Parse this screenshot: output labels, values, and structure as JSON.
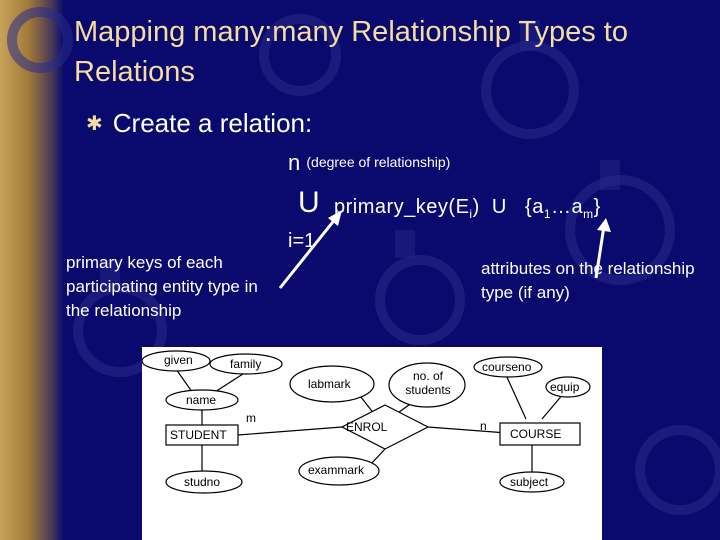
{
  "title": "Mapping many:many Relationship Types to Relations",
  "bullet": {
    "text": "Create a relation:"
  },
  "formula": {
    "n": "n",
    "degree_note": "(degree of relationship)",
    "union_symbol": "U",
    "primary_key": "primary_key(E",
    "primary_key_sub": "i",
    "primary_key_close": ")",
    "union_sep": "U",
    "attr_open": "{a",
    "attr_sub1": "1",
    "attr_mid": "…a",
    "attr_subm": "m",
    "attr_close": "}",
    "i_eq": "i=1"
  },
  "notes": {
    "left": "primary keys of each participating entity type in the relationship",
    "right": "attributes on the relationship type (if any)"
  },
  "er": {
    "entities": {
      "student": "STUDENT",
      "course": "COURSE"
    },
    "relationship": "ENROL",
    "attributes": {
      "given": "given",
      "family": "family",
      "name": "name",
      "studno": "studno",
      "labmark": "labmark",
      "exammark": "exammark",
      "no_students": "no. of students",
      "courseno": "courseno",
      "equip": "equip",
      "subject": "subject"
    },
    "cardinality": {
      "m": "m",
      "n": "n"
    }
  },
  "colors": {
    "background": "#0a0a6e",
    "title": "#f5dca0",
    "text": "#ffffff"
  }
}
